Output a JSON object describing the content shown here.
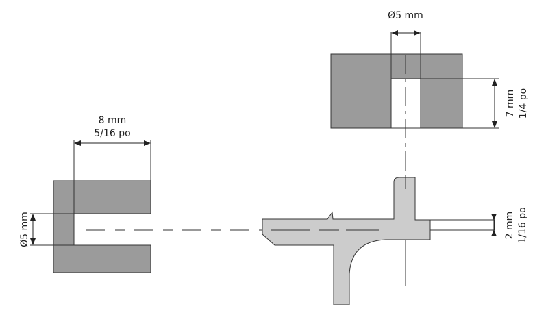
{
  "top_block": {
    "hole_diameter": "Ø5 mm",
    "depth_mm": "7 mm",
    "depth_in": "1/4 po"
  },
  "left_block": {
    "depth_mm": "8 mm",
    "depth_in": "5/16 po",
    "hole_diameter": "Ø5 mm"
  },
  "wire": {
    "thickness_mm": "2 mm",
    "thickness_in": "1/16 po"
  },
  "colors": {
    "dark_block": "#9b9b9b",
    "part": "#cccccc",
    "line": "#333333"
  }
}
